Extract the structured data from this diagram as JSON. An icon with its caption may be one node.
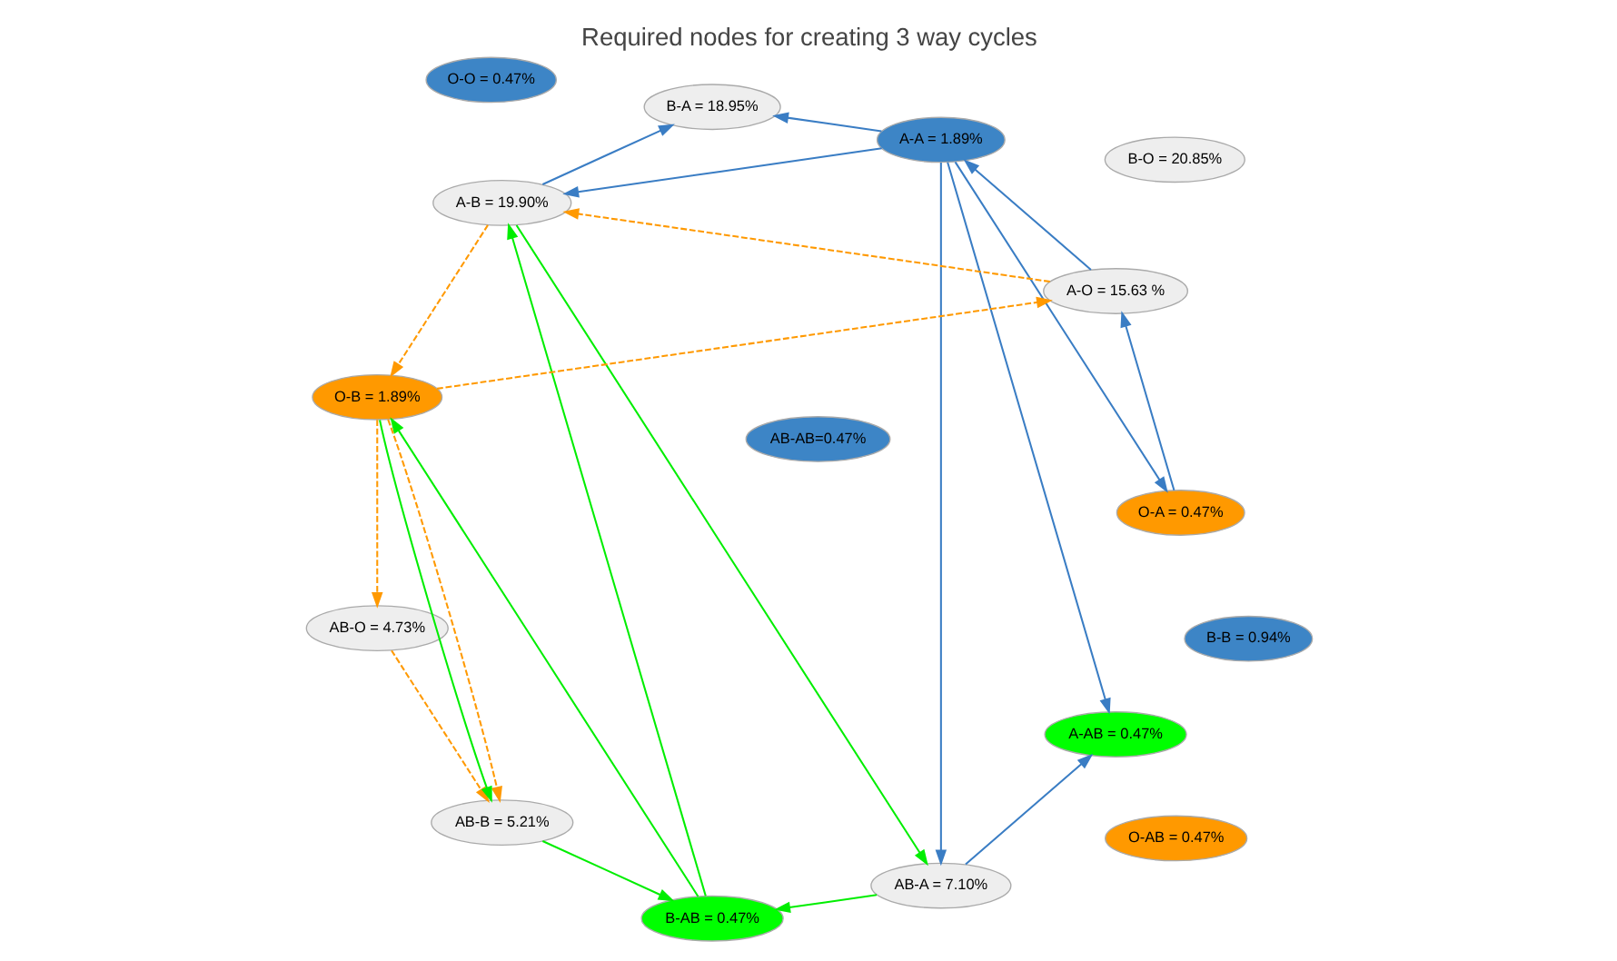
{
  "diagram": {
    "title": "Required nodes for creating 3 way cycles",
    "nodes": [
      {
        "text": [
          "A-A = 1.89%"
        ]
      },
      {
        "text": [
          "A-B = 19.90%"
        ]
      },
      {
        "text": [
          "A-AB = 0.47%"
        ]
      },
      {
        "text": [
          "A-O = 15.63 %"
        ]
      },
      {
        "text": [
          "B-A = 18.95%"
        ]
      },
      {
        "text": [
          "AB-A = 7.10%"
        ]
      },
      {
        "text": [
          "B-B = 0.94%"
        ]
      },
      {
        "text": [
          "AB-B = 5.21%"
        ]
      },
      {
        "text": [
          "B-AB = 0.47%"
        ]
      },
      {
        "text": [
          "AB-AB=0.47%"
        ]
      },
      {
        "text": [
          "B-O = 20.85%"
        ]
      },
      {
        "text": [
          "AB-O = 4.73%"
        ]
      },
      {
        "text": [
          "O-A = 0.47%"
        ]
      },
      {
        "text": [
          "O-B = 1.89%"
        ]
      },
      {
        "text": [
          "O-AB = 0.47%"
        ]
      },
      {
        "text": [
          "O-O = 0.47%"
        ]
      }
    ],
    "edges": [
      {
        "from": 0,
        "to": 1,
        "arrow": "to"
      },
      {
        "from": 0,
        "to": 4,
        "arrow": "to"
      },
      {
        "from": 1,
        "to": 4,
        "arrow": "to"
      },
      {
        "from": 0,
        "to": 2,
        "arrow": "to"
      },
      {
        "from": 5,
        "to": 2,
        "arrow": "to"
      },
      {
        "from": 3,
        "to": 0,
        "arrow": "to"
      },
      {
        "from": 0,
        "to": 5,
        "arrow": "to"
      },
      {
        "from": 0,
        "to": 12,
        "arrow": "to"
      },
      {
        "from": 12,
        "to": 3,
        "arrow": "to"
      },
      {
        "from": 1,
        "to": 13,
        "arrow": "to",
        "style": "dashed",
        "color": "#ff9900"
      },
      {
        "from": 3,
        "to": 1,
        "arrow": "to",
        "style": "dashed",
        "color": "#ff9900"
      },
      {
        "from": 13,
        "to": 3,
        "arrow": "to",
        "style": "dashed",
        "color": "#ff9900"
      },
      {
        "from": 13,
        "to": 7,
        "arrow": "to",
        "style": "dashed",
        "color": "#ff9900"
      },
      {
        "from": 13,
        "to": 11,
        "arrow": "to",
        "style": "dashed",
        "color": "#ff9900"
      },
      {
        "from": 11,
        "to": 7,
        "arrow": "to",
        "style": "dashed",
        "color": "#ff9900"
      },
      {
        "from": 8,
        "to": 1,
        "arrow": "to",
        "color": "#00ee00"
      },
      {
        "from": 1,
        "to": 5,
        "arrow": "to",
        "color": "#00ee00"
      },
      {
        "from": 5,
        "to": 8,
        "arrow": "to",
        "color": "#00ee00"
      },
      {
        "from": 7,
        "to": 8,
        "arrow": "to",
        "color": "#00ee00"
      },
      {
        "from": 8,
        "to": 13,
        "arrow": "to",
        "color": "#00ee00"
      },
      {
        "from": 13,
        "to": 7,
        "arrow": "to",
        "color": "#00ee00"
      }
    ]
  }
}
